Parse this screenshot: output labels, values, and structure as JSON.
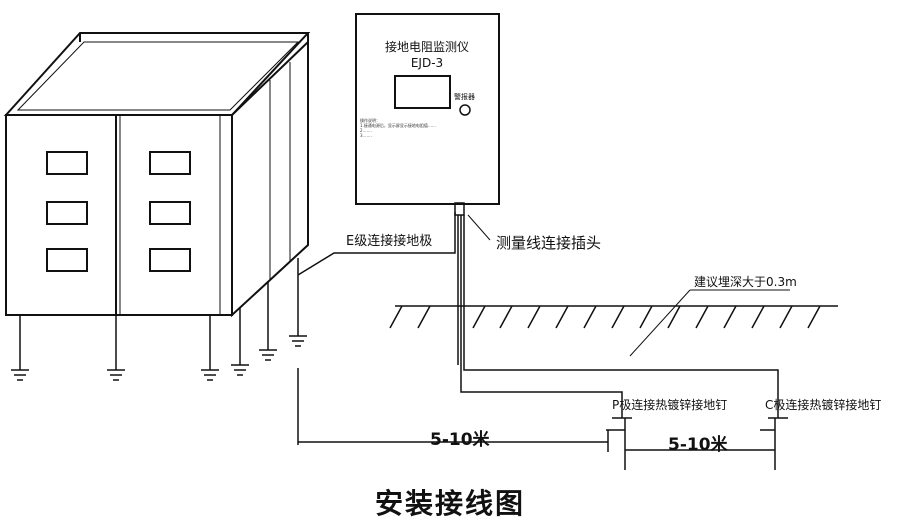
{
  "device": {
    "name": "接地电阻监测仪",
    "model": "EJD-3",
    "indicator_label": "警报器",
    "notes": "操作说明：\n1.接通电源后，显示屏显示接地电阻值……\n2.……\n3.……"
  },
  "labels": {
    "e_pole": "E级连接接地极",
    "connector": "测量线连接插头",
    "depth": "建议埋深大于0.3m",
    "p_pole": "P极连接热镀锌接地钉",
    "c_pole": "C极连接热镀锌接地钉",
    "dim_ep": "5-10米",
    "dim_pc": "5-10米"
  },
  "caption": "安装接线图"
}
